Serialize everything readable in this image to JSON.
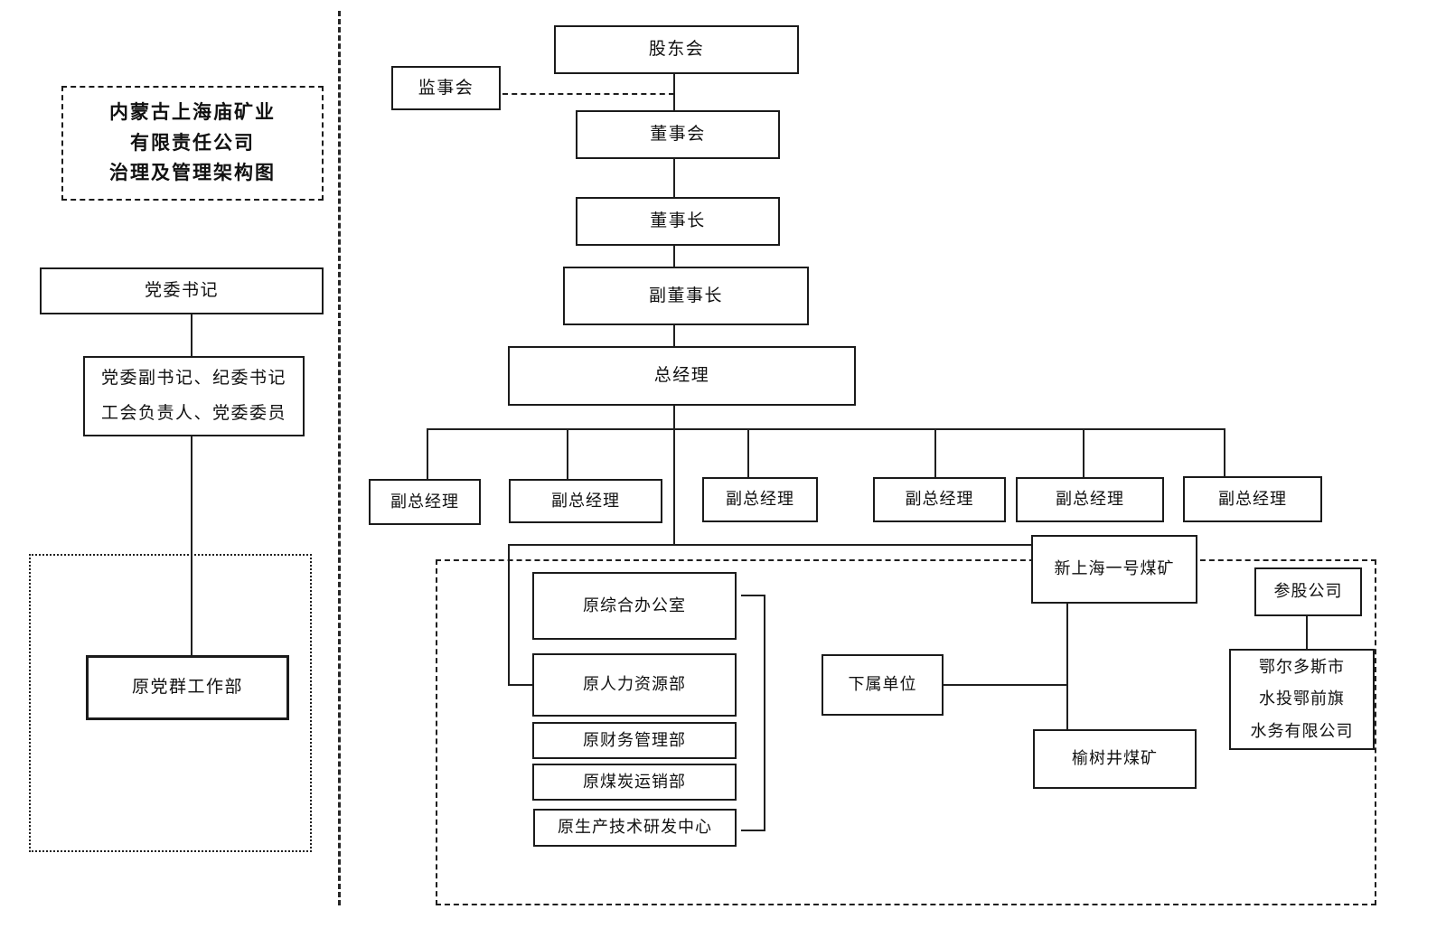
{
  "colors": {
    "line": "#1f1f1f",
    "background": "#ffffff"
  },
  "left_panel": {
    "title": "内蒙古上海庙矿业\n有限责任公司\n治理及管理架构图",
    "party_secretary": "党委书记",
    "party_committee": "党委副书记、纪委书记\n工会负责人、党委委员",
    "former_party_mass_dept": "原党群工作部"
  },
  "governance": {
    "shareholders_meeting": "股东会",
    "supervisory_board": "监事会",
    "board_of_directors": "董事会",
    "chairman": "董事长",
    "vice_chairman": "副董事长",
    "general_manager": "总经理",
    "deputy_general_managers": [
      "副总经理",
      "副总经理",
      "副总经理",
      "副总经理",
      "副总经理",
      "副总经理"
    ]
  },
  "former_departments": [
    "原综合办公室",
    "原人力资源部",
    "原财务管理部",
    "原煤炭运销部",
    "原生产技术研发中心"
  ],
  "subsidiaries": {
    "xin_shanghai_no1_mine": "新上海一号煤矿",
    "subordinate_units": "下属单位",
    "yushujing_mine": "榆树井煤矿",
    "equity_participation_company": "参股公司",
    "water_company": "鄂尔多斯市\n水投鄂前旗\n水务有限公司"
  }
}
